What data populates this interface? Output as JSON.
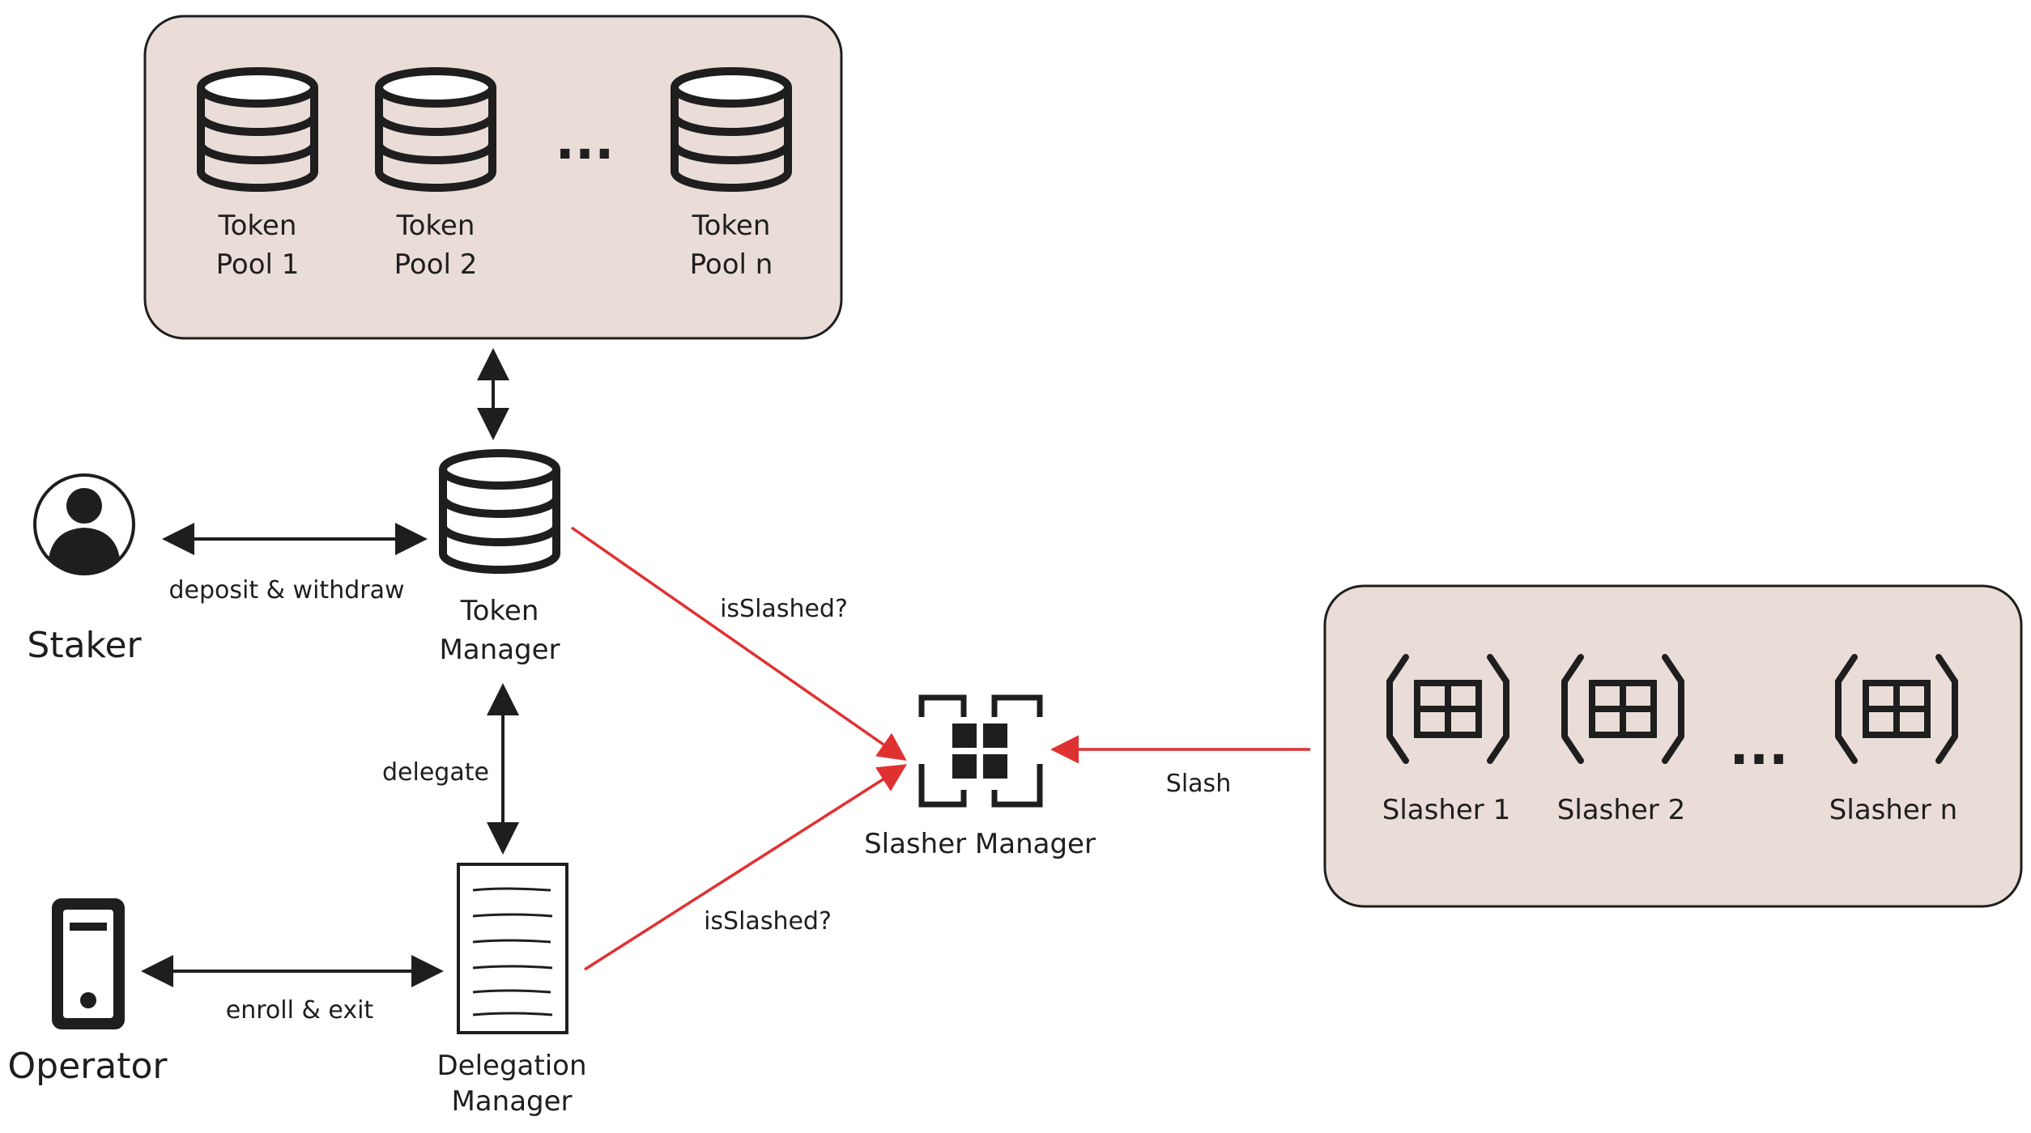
{
  "colors": {
    "container_fill": "#eadcd7",
    "container_stroke": "#1e1e1e",
    "ink": "#1e1e1e",
    "slash_arrow": "#e03131"
  },
  "token_pools": {
    "pools": [
      {
        "line1": "Token",
        "line2": "Pool 1",
        "icon": "database-icon"
      },
      {
        "line1": "Token",
        "line2": "Pool 2",
        "icon": "database-icon"
      },
      {
        "line1": "Token",
        "line2": "Pool n",
        "icon": "database-icon"
      }
    ],
    "ellipsis": "..."
  },
  "staker": {
    "label": "Staker",
    "icon": "user-avatar-icon"
  },
  "token_manager": {
    "line1": "Token",
    "line2": "Manager",
    "icon": "database-icon"
  },
  "operator": {
    "label": "Operator",
    "icon": "server-tower-icon"
  },
  "delegation_manager": {
    "line1": "Delegation",
    "line2": "Manager",
    "icon": "document-icon"
  },
  "slasher_manager": {
    "label": "Slasher Manager",
    "icon": "grid-scan-icon"
  },
  "slashers": {
    "items": [
      {
        "label": "Slasher 1",
        "icon": "bracket-grid-icon"
      },
      {
        "label": "Slasher 2",
        "icon": "bracket-grid-icon"
      },
      {
        "label": "Slasher n",
        "icon": "bracket-grid-icon"
      }
    ],
    "ellipsis": "..."
  },
  "edges": {
    "deposit_withdraw": "deposit & withdraw",
    "delegate": "delegate",
    "enroll_exit": "enroll & exit",
    "is_slashed_top": "isSlashed?",
    "is_slashed_bottom": "isSlashed?",
    "slash": "Slash"
  }
}
